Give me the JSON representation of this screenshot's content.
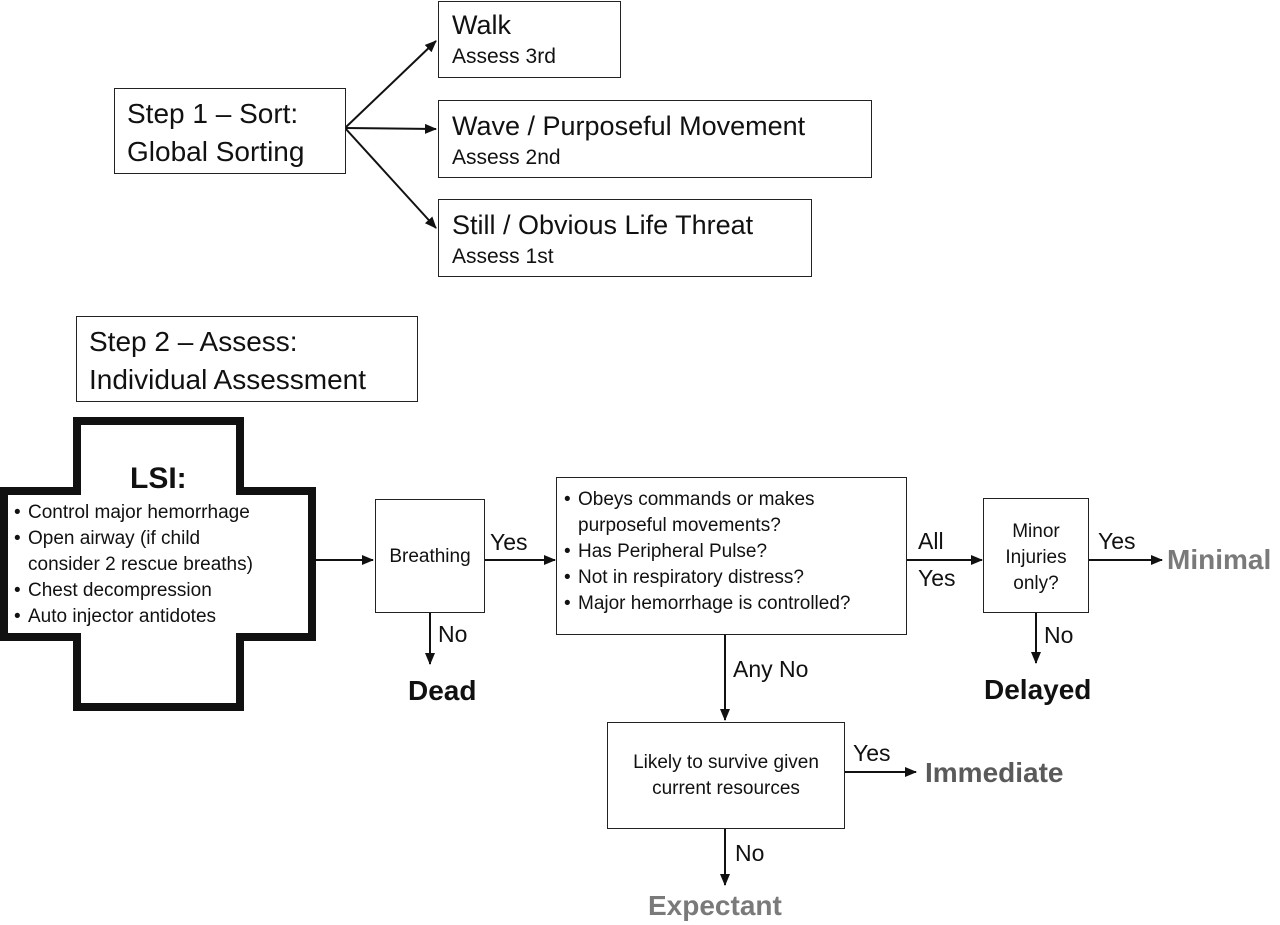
{
  "step1": {
    "line1": "Step 1 – Sort:",
    "line2": "Global Sorting",
    "walk": {
      "title": "Walk",
      "sub": "Assess 3rd"
    },
    "wave": {
      "title": "Wave / Purposeful Movement",
      "sub": "Assess 2nd"
    },
    "still": {
      "title": "Still / Obvious Life Threat",
      "sub": "Assess 1st"
    }
  },
  "step2": {
    "line1": "Step 2 – Assess:",
    "line2": "Individual Assessment"
  },
  "lsi": {
    "title": "LSI:",
    "items": [
      "Control major hemorrhage",
      "Open airway (if child",
      "consider 2 rescue breaths)",
      "Chest decompression",
      "Auto injector antidotes"
    ]
  },
  "breathing": {
    "label": "Breathing",
    "yes": "Yes",
    "no": "No",
    "outcome": "Dead"
  },
  "checks": {
    "items": [
      "Obeys commands or makes",
      "purposeful movements?",
      "Has Peripheral Pulse?",
      "Not in respiratory distress?",
      "Major hemorrhage is controlled?"
    ],
    "all_yes_1": "All",
    "all_yes_2": "Yes",
    "any_no": "Any No"
  },
  "minor": {
    "line1": "Minor",
    "line2": "Injuries",
    "line3": "only?",
    "yes": "Yes",
    "no": "No",
    "yes_outcome": "Minimal",
    "no_outcome": "Delayed"
  },
  "survive": {
    "line1": "Likely to survive given",
    "line2": "current resources",
    "yes": "Yes",
    "no": "No",
    "yes_outcome": "Immediate",
    "no_outcome": "Expectant"
  },
  "colors": {
    "line": "#111111",
    "gray_outcome": "#7a7a7a",
    "dark_gray_outcome": "#5a5a5a"
  }
}
